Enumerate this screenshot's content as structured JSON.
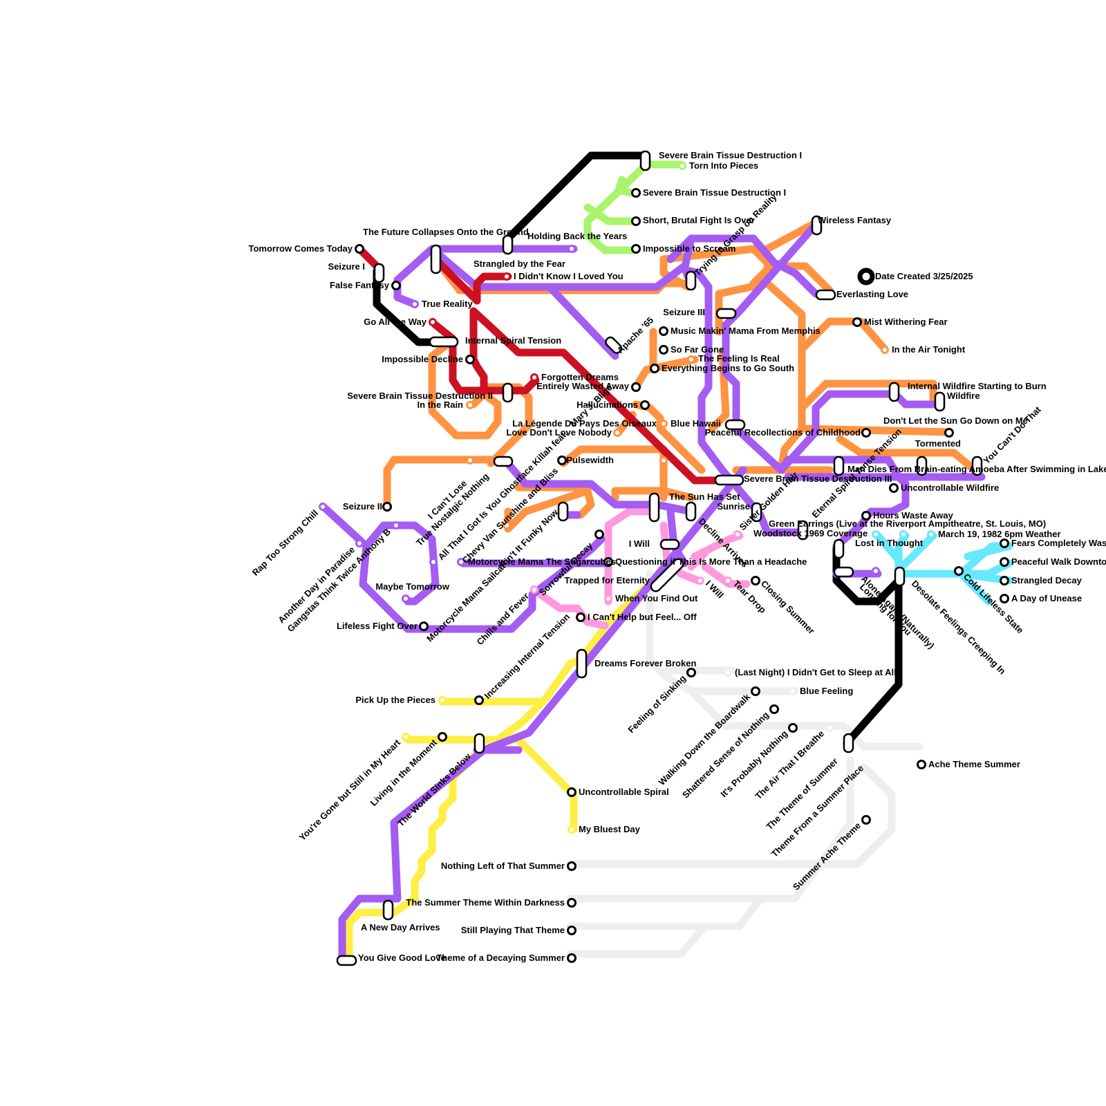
{
  "colors": {
    "black": "#000000",
    "red": "#cc1122",
    "purple": "#a45cf2",
    "orange": "#ff9342",
    "green": "#a8f46c",
    "pink": "#ff99dd",
    "yellow": "#ffee44",
    "cyan": "#66e8ff",
    "gray": "#eeeeee"
  },
  "legend": {
    "date_created": "Date Created 3/25/2025"
  },
  "stations": {
    "tomorrow_comes_today": "Tomorrow Comes Today",
    "seizure_i": "Seizure I",
    "false_fantasy": "False Fantasy",
    "true_reality": "True Reality",
    "go_all_the_way": "Go All the Way",
    "impossible_decline": "Impossible Decline",
    "internal_spiral_tension": "Internal Spiral Tension",
    "sbtd_ii": "Severe Brain Tissue Destruction II",
    "in_the_rain": "In the Rain",
    "forgotten_dreams": "Forgotten Dreams",
    "entirely_wasted_away": "Entirely Wasted Away",
    "future_collapses": "The Future Collapses Onto the Ground",
    "holding_back": "Holding Back the Years",
    "strangled_fear": "Strangled by the Fear",
    "didnt_know": "I Didn't Know I Loved You",
    "sbtd_i_top": "Severe Brain Tissue Destruction I",
    "torn_into_pieces": "Torn Into Pieces",
    "sbtd_i_2": "Severe Brain Tissue Destruction I",
    "short_brutal": "Short, Brutal Fight Is Over",
    "impossible_scream": "Impossible to Scream",
    "trying_grasp": "Trying to Grasp on Reality",
    "wireless_fantasy": "Wireless Fantasy",
    "everlasting_love": "Everlasting Love",
    "seizure_iii": "Seizure III",
    "music_makin": "Music Makin' Mama From Memphis",
    "so_far_gone": "So Far Gone",
    "feeling_is_real": "The Feeling Is Real",
    "everything_begins": "Everything Begins to Go South",
    "apache": "Apache '65",
    "hallucinations": "Hallucinations",
    "la_legende": "La Légende Du Pays Des Oiseaux",
    "blue_hawaii": "Blue Hawaii",
    "love_dont_love": "Love Don't Love Nobody",
    "mary_blige": "Mary J. Blige",
    "peaceful_recollections": "Peaceful Recollections of Childhood",
    "mist_withering": "Mist Withering Fear",
    "in_the_air": "In the Air Tonight",
    "internal_wildfire": "Internal Wildfire Starting to Burn",
    "wildfire": "Wildfire",
    "dont_let_sun": "Don't Let the Sun Go Down on Me",
    "tormented": "Tormented",
    "you_cant_do": "You Can't Do That",
    "man_dies": "Man Dies From Brain-eating Amoeba After Swimming in Lake",
    "uncontrollable_wildfire": "Uncontrollable Wildfire",
    "hours_waste": "Hours Waste Away",
    "sbtd_iii": "Severe Brain Tissue Destruction III",
    "golden_hair": "Sister Golden Hair",
    "eternal_tension": "Eternal Spiral Tense Tension",
    "pulsewidth": "Pulsewidth",
    "sun_has_set": "The Sun Has Set",
    "sunrise": "Sunrise",
    "green_earrings": "Green Earrings (Live at the Riverport Ampitheatre, St. Louis, MO)",
    "woodstock": "Woodstock 1969 Coverage",
    "march_19": "March 19, 1982 6pm Weather",
    "lost_in_thought": "Lost in Thought",
    "fears_completely": "Fears Completely Washed Away",
    "peaceful_walk": "Peaceful Walk Downtown",
    "strangled_decay": "Strangled Decay",
    "a_day_unease": "A Day of Unease",
    "cold_lifeless": "Cold Lifeless State",
    "desolate_feelings": "Desolate Feelings Creeping In",
    "along_again": "Alone Again (Naturally)",
    "longing_for_you": "Longing for You",
    "seizure_ii": "Seizure II",
    "i_cant_lose": "I Can't Lose",
    "true_nostalgic": "True Nostalgic Nothing",
    "ghostface": "All That I Got Is You Ghostface Killah feat.",
    "chevy_van": "Chevy Van Sunshine and Bliss",
    "aint_funky": "Ain't It Funky Now",
    "rap_too_strong": "Rap Too Strong Chill",
    "another_day": "Another Day in Paradise",
    "gangstas": "Gangstas Think Twice Anthony B",
    "maybe_tomorrow": "Maybe Tomorrow",
    "lifeless_fight": "Lifeless Fight Over",
    "motorcycle_mama": "Motorcycle Mama The Sugarcubes",
    "motorcycle_sailcat": "Motorcycle Mama Sailcat",
    "sorrowful_decay": "Sorrowful Decay",
    "chills_fever": "Chills and Fever",
    "i_will_1": "I Will",
    "questioning": "Questioning if This Is More Than a Headache",
    "trapped": "Trapped for Eternity",
    "when_you_find": "When You Find Out",
    "i_cant_help": "I Can't Help but Feel... Off",
    "decline_arrives": "Decline Arrives",
    "i_will_2": "I Will",
    "tear_drop": "Tear Drop",
    "closing_summer": "Closing Summer",
    "dreams_forever": "Dreams Forever Broken",
    "increasing_tension": "Increasing Internal Tension",
    "pick_up": "Pick Up the Pieces",
    "youre_gone": "You're Gone but Still in My Heart",
    "living_moment": "Living in the Moment",
    "world_sinks": "The World Sinks Below",
    "uncontrollable_spiral": "Uncontrollable Spiral",
    "my_bluest_day": "My Bluest Day",
    "last_night": "(Last Night) I Didn't Get to Sleep at All",
    "feeling_sinking": "Feeling of Sinking",
    "blue_feeling": "Blue Feeling",
    "walking_boardwalk": "Walking Down the Boardwalk",
    "shattered_sense": "Shattered Sense of Nothing",
    "its_probably": "It's Probably Nothing",
    "air_i_breathe": "The Air That I Breathe",
    "theme_summer": "The Theme of Summer",
    "ache_theme": "Ache Theme Summer",
    "theme_summer_place": "Theme From a Summer Place",
    "summer_ache": "Summer Ache Theme",
    "nothing_left": "Nothing Left of That Summer",
    "summer_within": "The Summer Theme Within Darkness",
    "still_playing": "Still Playing That Theme",
    "theme_decaying": "Theme of a Decaying Summer",
    "new_day": "A New Day Arrives",
    "good_love": "You Give Good Love"
  }
}
